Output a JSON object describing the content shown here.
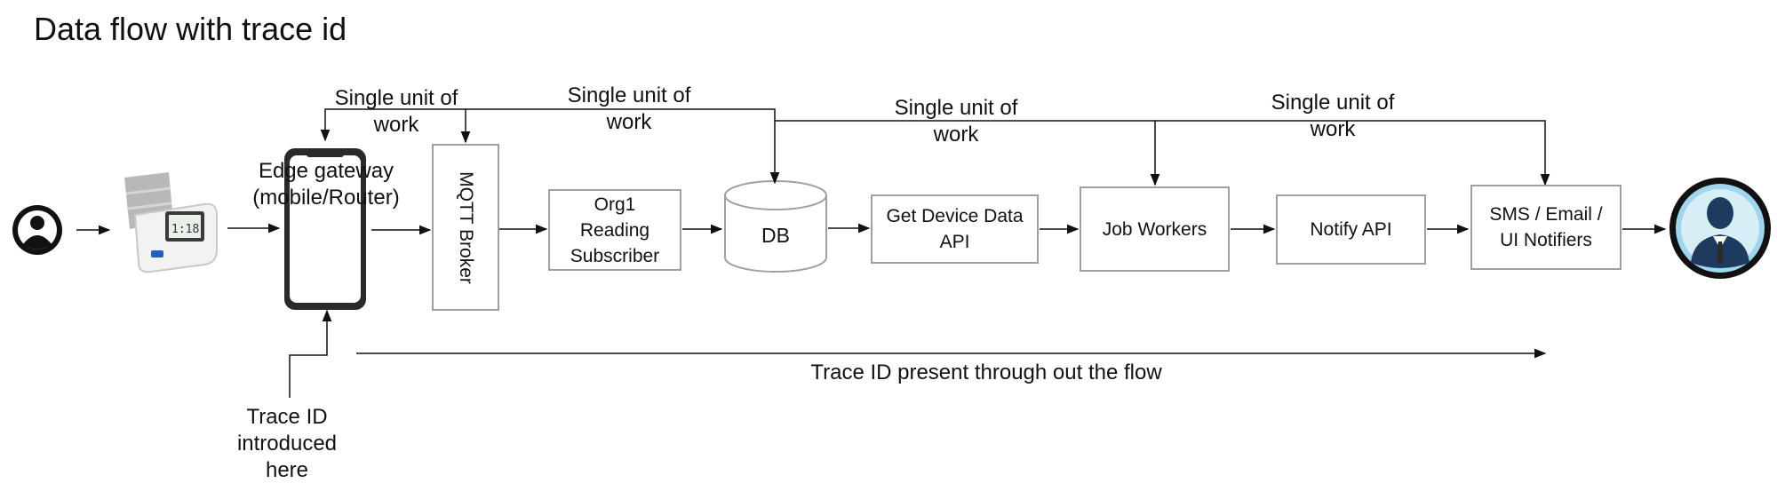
{
  "title": "Data flow with trace id",
  "nodes": {
    "edge_gateway": "Edge gateway\n(mobile/Router)",
    "mqtt_broker": "MQTT Broker",
    "org1_subscriber": "Org1\nReading\nSubscriber",
    "db": "DB",
    "get_device_data_api": "Get Device Data\nAPI",
    "job_workers": "Job Workers",
    "notify_api": "Notify API",
    "notifiers": "SMS / Email /\nUI Notifiers"
  },
  "unit_of_work_labels": [
    "Single unit of\nwork",
    "Single unit of\nwork",
    "Single unit of\nwork",
    "Single unit of\nwork"
  ],
  "trace_note": "Trace ID present through out the flow",
  "trace_intro": "Trace ID\nintroduced\nhere",
  "icons": [
    "user-icon",
    "blood-pressure-monitor-icon",
    "smartphone-icon",
    "person-avatar-icon"
  ],
  "colors": {
    "box_border": "#a0a0a0",
    "arrow": "#111111",
    "avatar_ring": "#9fd6ee",
    "avatar_suit": "#1e3a5f"
  }
}
